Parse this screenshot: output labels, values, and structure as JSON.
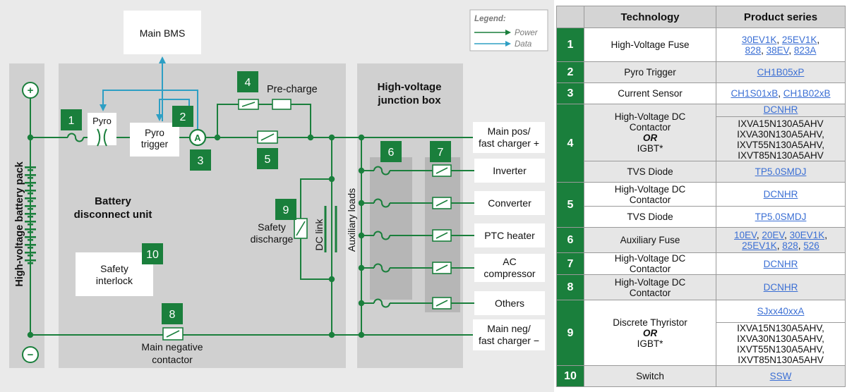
{
  "diagram": {
    "main_bms": "Main BMS",
    "legend": {
      "title": "Legend:",
      "power": "Power",
      "data": "Data",
      "power_color": "#1a7f3c",
      "data_color": "#2e9fc4"
    },
    "battery_pack_label": "High-voltage battery pack",
    "plus": "+",
    "minus": "−",
    "bdu_title": [
      "Battery",
      "disconnect unit"
    ],
    "hvjb_title": [
      "High-voltage",
      "junction box"
    ],
    "pyro": "Pyro",
    "pyro_trigger": [
      "Pyro",
      "trigger"
    ],
    "current_sensor": "A",
    "pre_charge": "Pre-charge",
    "safety_discharge": [
      "Safety",
      "discharge"
    ],
    "dc_link": "DC link",
    "aux_loads": "Auxiliary loads",
    "safety_interlock": [
      "Safety",
      "interlock"
    ],
    "main_negative_contactor": [
      "Main negative",
      "contactor"
    ],
    "badges": [
      "1",
      "2",
      "3",
      "4",
      "5",
      "6",
      "7",
      "8",
      "9",
      "10"
    ],
    "outputs": {
      "main_pos": [
        "Main pos/",
        "fast charger +"
      ],
      "inverter": "Inverter",
      "converter": "Converter",
      "ptc_heater": "PTC heater",
      "ac_compressor": [
        "AC",
        "compressor"
      ],
      "others": "Others",
      "main_neg": [
        "Main neg/",
        "fast charger −"
      ]
    }
  },
  "table": {
    "headers": [
      "Technology",
      "Product series"
    ],
    "rows": [
      {
        "num": "1",
        "items": [
          {
            "tech": "High-Voltage Fuse",
            "products": [
              {
                "t": "30EV1K",
                "link": true
              },
              {
                "t": ", ",
                "link": false
              },
              {
                "t": "25EV1K",
                "link": true
              },
              {
                "t": ",",
                "link": false
              },
              {
                "t": "\n",
                "link": false
              },
              {
                "t": "828",
                "link": true
              },
              {
                "t": ", ",
                "link": false
              },
              {
                "t": "38EV",
                "link": true
              },
              {
                "t": ", ",
                "link": false
              },
              {
                "t": "823A",
                "link": true
              }
            ]
          }
        ]
      },
      {
        "num": "2",
        "items": [
          {
            "tech": "Pyro Trigger",
            "products": [
              {
                "t": "CH1B05xP",
                "link": true
              }
            ]
          }
        ]
      },
      {
        "num": "3",
        "items": [
          {
            "tech": "Current Sensor",
            "products": [
              {
                "t": "CH1S01xB",
                "link": true
              },
              {
                "t": ", ",
                "link": false
              },
              {
                "t": "CH1B02xB",
                "link": true
              }
            ]
          }
        ]
      },
      {
        "num": "4",
        "items": [
          {
            "tech": [
              "High-Voltage DC",
              "Contactor",
              "OR",
              "IGBT*"
            ],
            "products": [
              {
                "t": "DCNHR",
                "link": true
              }
            ],
            "products2": [
              "IXVA15N130A5AHV",
              "IXVA30N130A5AHV,",
              "IXVT55N130A5AHV,",
              "IXVT85N130A5AHV"
            ]
          },
          {
            "tech": "TVS Diode",
            "products": [
              {
                "t": "TP5.0SMDJ",
                "link": true
              }
            ]
          }
        ]
      },
      {
        "num": "5",
        "items": [
          {
            "tech": [
              "High-Voltage DC",
              "Contactor"
            ],
            "products": [
              {
                "t": "DCNHR",
                "link": true
              }
            ]
          },
          {
            "tech": "TVS Diode",
            "products": [
              {
                "t": "TP5.0SMDJ",
                "link": true
              }
            ]
          }
        ]
      },
      {
        "num": "6",
        "items": [
          {
            "tech": "Auxiliary Fuse",
            "products": [
              {
                "t": "10EV",
                "link": true
              },
              {
                "t": ", ",
                "link": false
              },
              {
                "t": "20EV",
                "link": true
              },
              {
                "t": ", ",
                "link": false
              },
              {
                "t": "30EV1K",
                "link": true
              },
              {
                "t": ",",
                "link": false
              },
              {
                "t": "\n",
                "link": false
              },
              {
                "t": "25EV1K",
                "link": true
              },
              {
                "t": ", ",
                "link": false
              },
              {
                "t": "828",
                "link": true
              },
              {
                "t": ", ",
                "link": false
              },
              {
                "t": "526",
                "link": true
              }
            ]
          }
        ]
      },
      {
        "num": "7",
        "items": [
          {
            "tech": [
              "High-Voltage DC",
              "Contactor"
            ],
            "products": [
              {
                "t": "DCNHR",
                "link": true
              }
            ]
          }
        ]
      },
      {
        "num": "8",
        "items": [
          {
            "tech": [
              "High-Voltage DC",
              "Contactor"
            ],
            "products": [
              {
                "t": "DCNHR",
                "link": true
              }
            ]
          }
        ]
      },
      {
        "num": "9",
        "items": [
          {
            "tech": [
              "Discrete Thyristor",
              "OR",
              "IGBT*"
            ],
            "products": [
              {
                "t": "SJxx40xxA",
                "link": true
              }
            ],
            "products2": [
              "IXVA15N130A5AHV,",
              "IXVA30N130A5AHV,",
              "IXVT55N130A5AHV,",
              "IXVT85N130A5AHV"
            ]
          }
        ]
      },
      {
        "num": "10",
        "items": [
          {
            "tech": "Switch",
            "products": [
              {
                "t": "SSW",
                "link": true
              }
            ]
          }
        ]
      }
    ]
  }
}
